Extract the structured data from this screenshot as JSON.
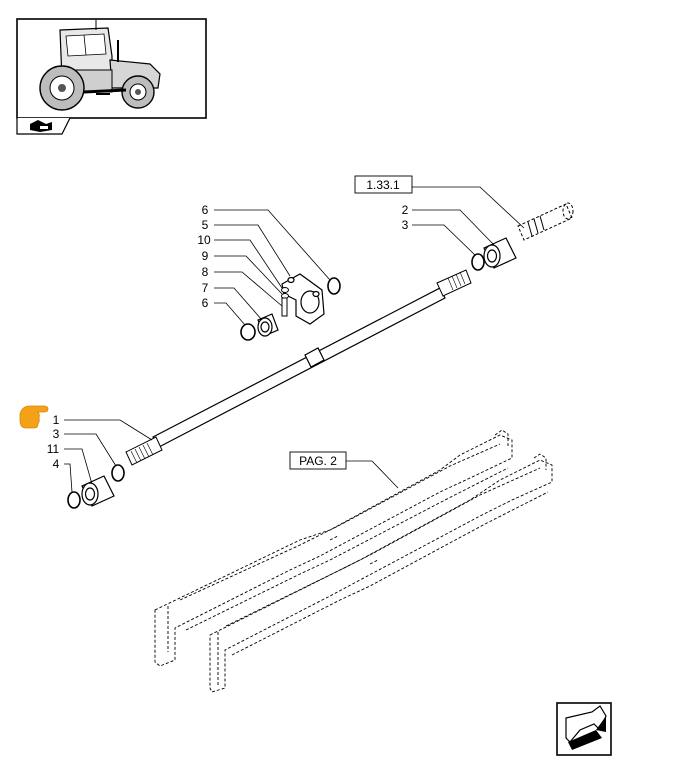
{
  "callouts": {
    "c6a": "6",
    "c5": "5",
    "c10": "10",
    "c9": "9",
    "c8": "8",
    "c7": "7",
    "c6b": "6",
    "c2": "2",
    "c3a": "3",
    "c1": "1",
    "c3b": "3",
    "c11": "11",
    "c4": "4"
  },
  "references": {
    "top_right": "1.33.1",
    "frame_page": "PAG. 2"
  },
  "colors": {
    "line": "#000000",
    "pointer_hand": "#f4a11a",
    "background": "#ffffff"
  },
  "icons": {
    "thumbnail": "tractor-thumbnail-icon",
    "view_tab": "view-direction-icon",
    "next_page": "next-page-arrow-icon",
    "pointer": "pointing-hand-icon"
  }
}
